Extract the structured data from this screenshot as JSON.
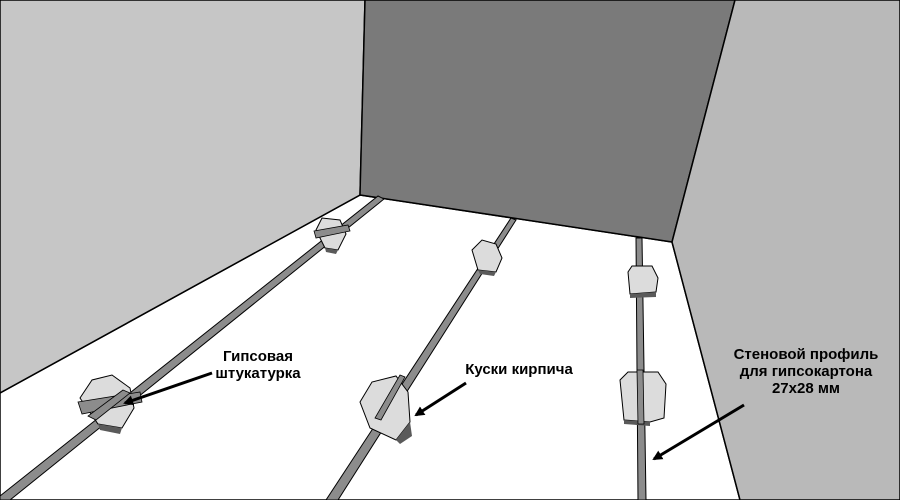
{
  "labels": {
    "plaster_line1": "Гипсовая",
    "plaster_line2": "штукатурка",
    "bricks": "Куски кирпича",
    "profile_line1": "Стеновой профиль",
    "profile_line2": "для гипсокартона",
    "profile_line3": "27х28 мм"
  },
  "colors": {
    "left_wall": "#c6c6c6",
    "back_wall": "#7a7a7a",
    "right_wall": "#b9b9b9",
    "floor": "#ffffff",
    "profile_rail": "#8c8c8c",
    "brick_top": "#dcdcdc",
    "brick_side": "#5a5a5a"
  }
}
